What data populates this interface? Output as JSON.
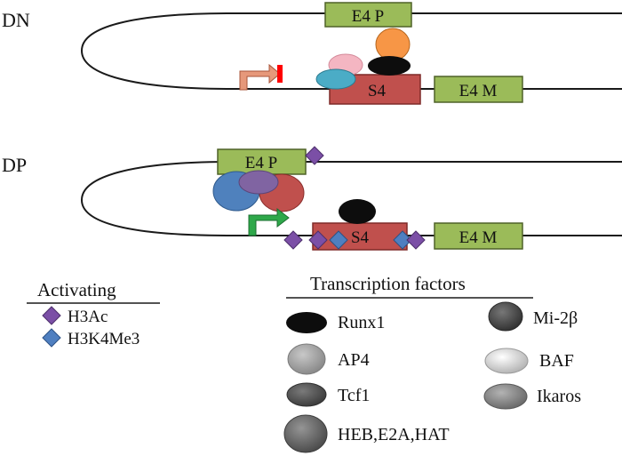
{
  "panels": {
    "dn": {
      "label": "DN",
      "e4p_label": "E4 P",
      "s4_label": "S4",
      "e4m_label": "E4 M"
    },
    "dp": {
      "label": "DP",
      "e4p_label": "E4 P",
      "s4_label": "S4",
      "e4m_label": "E4 M"
    }
  },
  "legend_activating": {
    "title": "Activating",
    "items": [
      {
        "label": "H3Ac",
        "color": "#7b4fa6"
      },
      {
        "label": "H3K4Me3",
        "color": "#4f7fc0"
      }
    ]
  },
  "legend_tf": {
    "title": "Transcription factors",
    "items": [
      {
        "label": "Runx1",
        "color": "#0d0d0d"
      },
      {
        "label": "Mi-2β",
        "color": "#5a5a5a"
      },
      {
        "label": "AP4",
        "color": "#a9a9a9"
      },
      {
        "label": "BAF",
        "color": "#d9d9d9"
      },
      {
        "label": "Tcf1",
        "color": "#606060"
      },
      {
        "label": "Ikaros",
        "color": "#8f8f8f"
      },
      {
        "label": "HEB,E2A,HAT",
        "color": "#7a7a7a"
      }
    ]
  },
  "colors": {
    "green_box": "#9bbb59",
    "green_border": "#4f6228",
    "s4_box": "#c0504d",
    "s4_border": "#7f2a28",
    "orange": "#f79646",
    "pink": "#f4b6c2",
    "teal": "#4bacc6",
    "blue": "#4f81bd",
    "purple": "#8064a2",
    "red": "#c0504d",
    "arrow_inactive": "#e6987a",
    "arrow_active": "#2ea84a",
    "block_red": "#ff0000"
  }
}
